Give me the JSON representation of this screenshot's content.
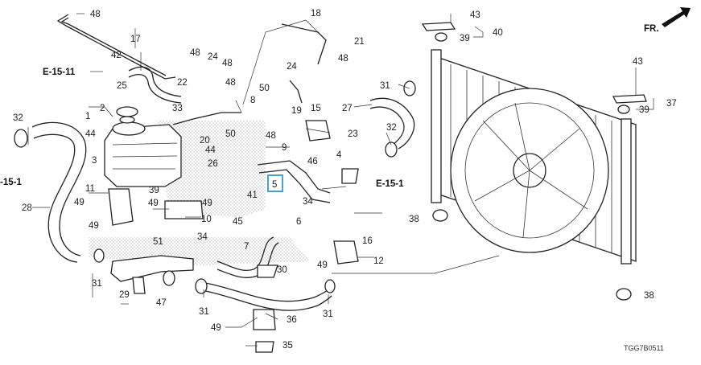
{
  "diagram": {
    "fr_label": "FR.",
    "drawing_code": "TGG7B0511",
    "highlight_color": "#4a9fd8",
    "highlighted_callout": "5",
    "section_refs": [
      "E-15-11",
      "-15-1",
      "E-15-1"
    ],
    "callouts": [
      "48",
      "17",
      "18",
      "21",
      "48",
      "42",
      "48",
      "24",
      "48",
      "22",
      "48",
      "25",
      "24",
      "40",
      "43",
      "39",
      "32",
      "1",
      "2",
      "33",
      "50",
      "8",
      "23",
      "15",
      "9",
      "5",
      "31",
      "27",
      "32",
      "43",
      "37",
      "39",
      "44",
      "3",
      "44",
      "26",
      "11",
      "39",
      "49",
      "49",
      "10",
      "49",
      "41",
      "45",
      "4",
      "6",
      "34",
      "28",
      "49",
      "51",
      "29",
      "47",
      "31",
      "34",
      "7",
      "30",
      "36",
      "49",
      "35",
      "16",
      "12",
      "49",
      "31",
      "31",
      "20",
      "50",
      "48",
      "19",
      "46",
      "38",
      "38"
    ]
  }
}
